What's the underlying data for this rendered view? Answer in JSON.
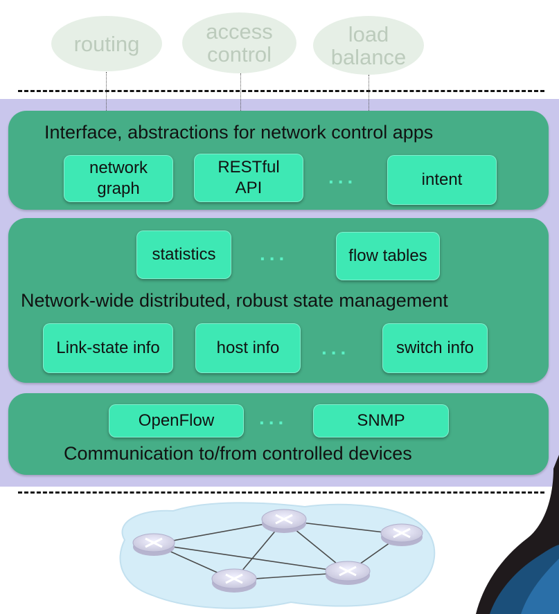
{
  "apps": [
    {
      "label": "routing"
    },
    {
      "label": "access\ncontrol"
    },
    {
      "label": "load\nbalance"
    }
  ],
  "layers": {
    "northbound": {
      "title": "Interface, abstractions for network control apps",
      "boxes": [
        "network\ngraph",
        "RESTful\nAPI",
        "intent"
      ],
      "ellipsis": "..."
    },
    "state": {
      "title": "Network-wide distributed, robust  state management",
      "top_boxes": [
        "statistics",
        "flow tables"
      ],
      "bottom_boxes": [
        "Link-state info",
        "host info",
        "switch info"
      ],
      "ellipsis": "..."
    },
    "southbound": {
      "title": "Communication to/from controlled devices",
      "boxes": [
        "OpenFlow",
        "SNMP"
      ],
      "ellipsis": "..."
    }
  },
  "colors": {
    "controller_background": "#c9c6ec",
    "layer": "#46ae87",
    "box": "#3ee8b4",
    "app_oval": "#e6efe6",
    "network_cloud": "#d5edf8"
  },
  "icons": [
    "router-icon",
    "presenter-image"
  ]
}
